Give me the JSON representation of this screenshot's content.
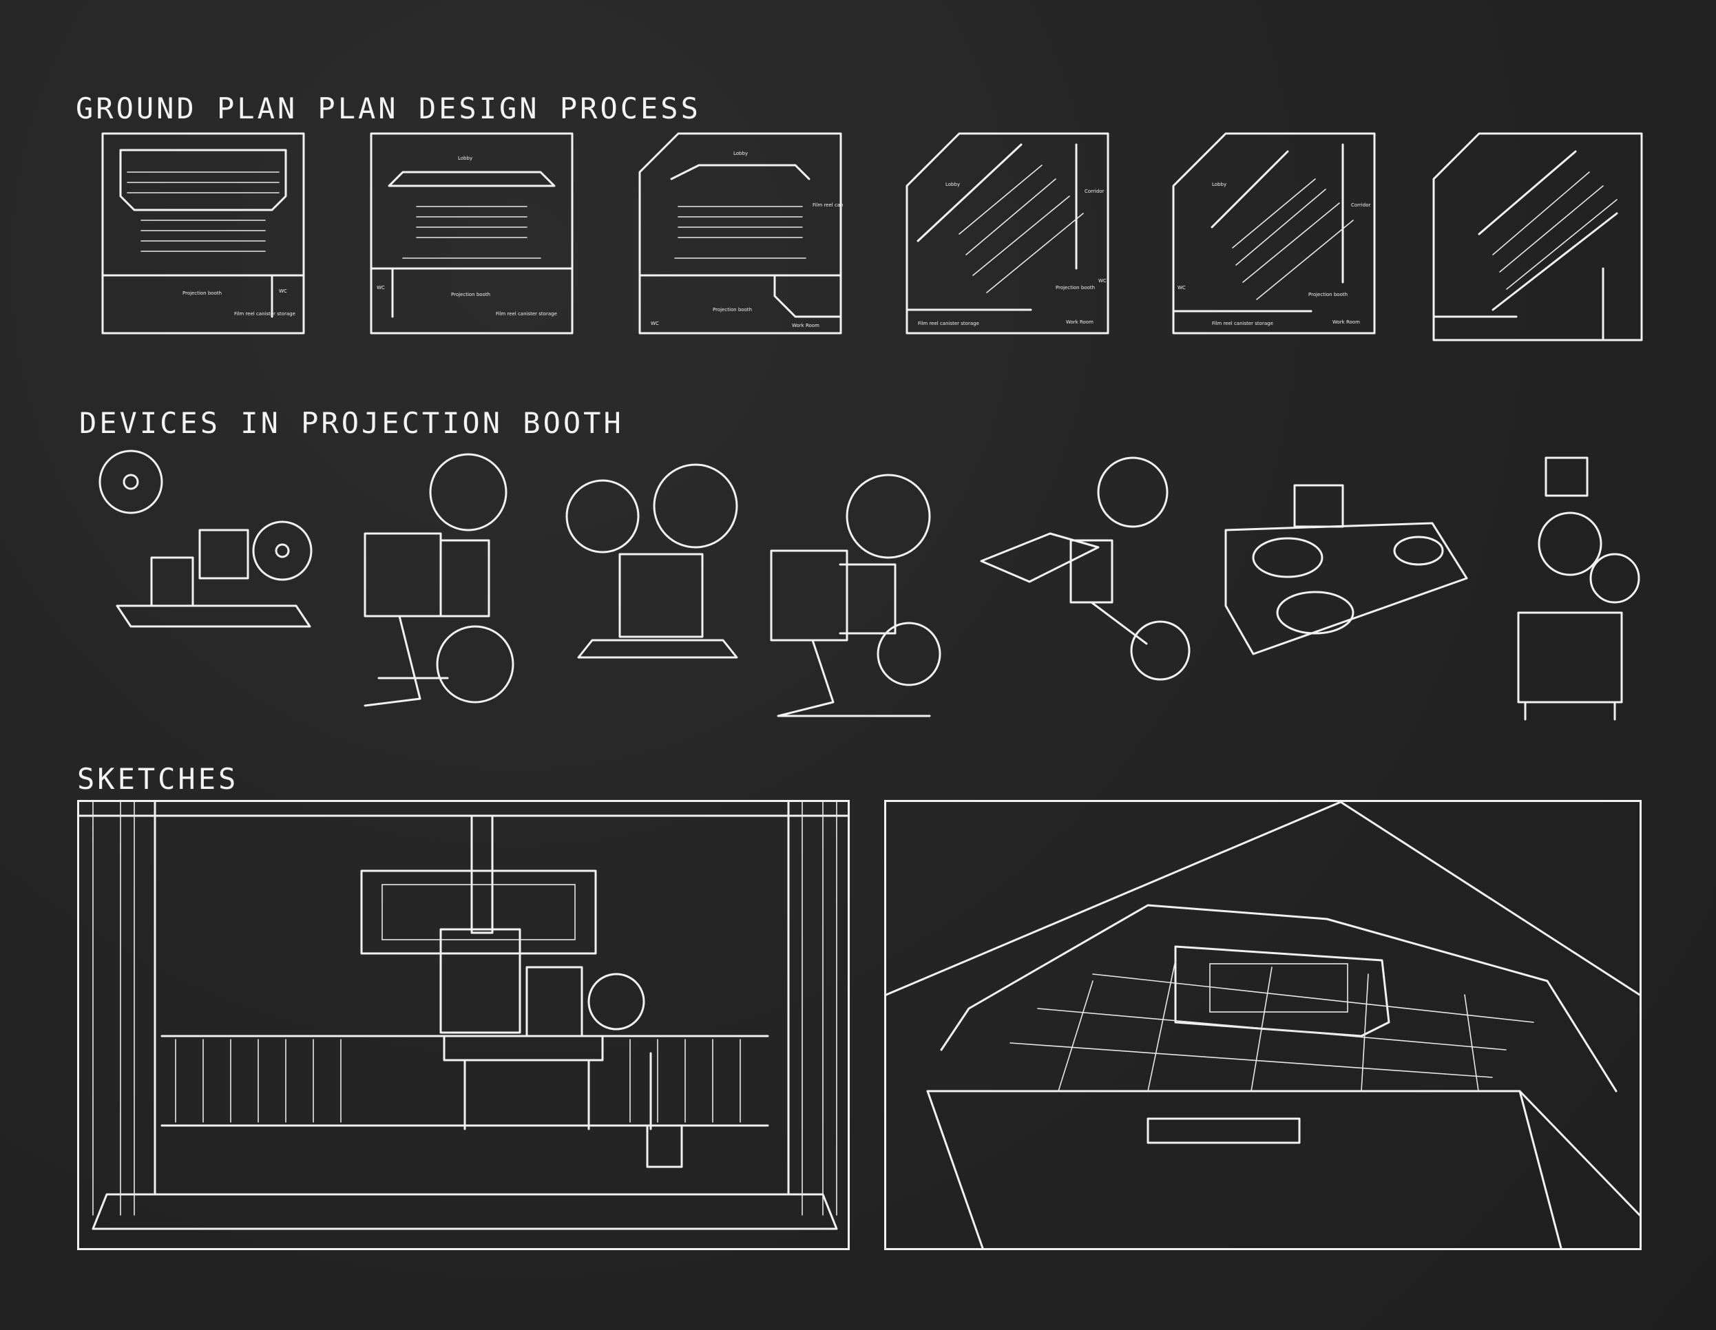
{
  "sections": {
    "ground_plan": {
      "title": "GROUND PLAN PLAN DESIGN PROCESS"
    },
    "devices": {
      "title": "DEVICES IN PROJECTION BOOTH"
    },
    "sketches": {
      "title": "SKETCHES"
    }
  },
  "plans": [
    {
      "labels": [
        "Projection booth",
        "Film reel canister storage",
        "WC"
      ]
    },
    {
      "labels": [
        "Lobby",
        "Projection booth",
        "Film reel canister storage",
        "WC"
      ]
    },
    {
      "labels": [
        "Lobby",
        "Film reel canister storage",
        "Projection booth",
        "Work Room",
        "WC"
      ]
    },
    {
      "labels": [
        "Lobby",
        "Corridor",
        "Projection booth",
        "Film reel canister storage",
        "Work Room",
        "WC"
      ]
    },
    {
      "labels": [
        "Lobby",
        "Corridor",
        "Projection booth",
        "Film reel canister storage",
        "Work Room",
        "WC"
      ]
    },
    {
      "labels": []
    }
  ],
  "colors": {
    "background": "#262626",
    "ink": "#f2f2f2"
  }
}
